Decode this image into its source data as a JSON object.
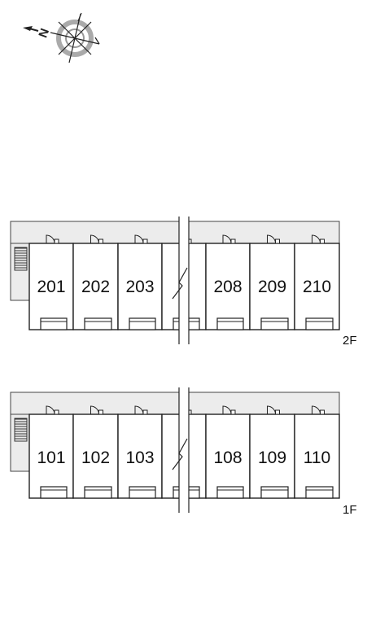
{
  "compass": {
    "letter": "N"
  },
  "floors": [
    {
      "id": "2f",
      "label": "2F",
      "units": [
        "201",
        "202",
        "203",
        "",
        "208",
        "209",
        "210"
      ]
    },
    {
      "id": "1f",
      "label": "1F",
      "units": [
        "101",
        "102",
        "103",
        "",
        "108",
        "109",
        "110"
      ]
    }
  ]
}
